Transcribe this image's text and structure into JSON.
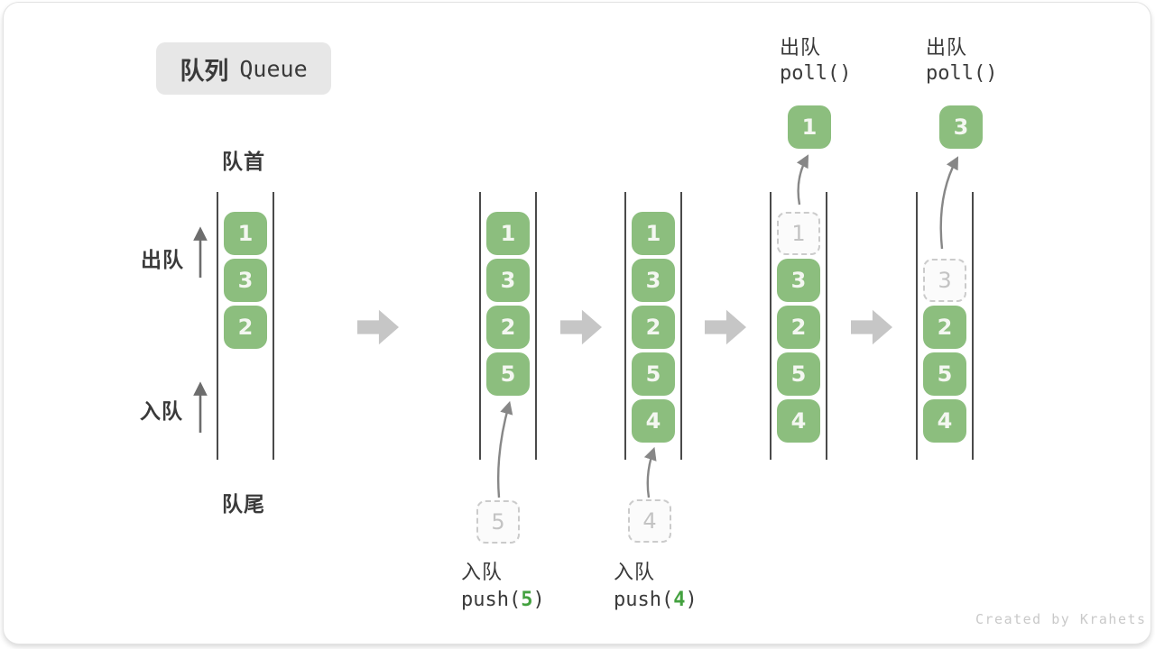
{
  "title": {
    "zh": "队列",
    "en": "Queue"
  },
  "labels": {
    "front": "队首",
    "rear": "队尾",
    "dequeue": "出队",
    "enqueue": "入队"
  },
  "watermark": "Created by Krahets",
  "colors": {
    "box_green": "#8CBE7E",
    "box_text": "#F4F7F1",
    "code_green": "#43A13F",
    "text_dark": "#3A3A3A",
    "channel_line": "#4A4A4A",
    "block_arrow": "#C6C6C6",
    "curve_arrow": "#878787",
    "side_arrow": "#6D6D6D",
    "ghost_border": "#CBCBCB",
    "ghost_fill": "#FBFBFB",
    "ghost_text": "#C3C3C3",
    "badge_bg": "#E7E7E7",
    "watermark_color": "#C9C9C9"
  },
  "icons": {
    "transition_arrow": "thick-right-block-arrow",
    "enqueue_flow_arrow": "curved-up-arrow",
    "dequeue_flow_arrow": "curved-up-arrow",
    "direction_arrow": "straight-up-arrow"
  },
  "queues": [
    {
      "slots": [
        "1",
        "3",
        "2"
      ]
    },
    {
      "slots": [
        "1",
        "3",
        "2",
        "5"
      ],
      "staging": "5",
      "op": {
        "label": "入队",
        "code_pre": "push(",
        "code_arg": "5",
        "code_post": ")"
      }
    },
    {
      "slots": [
        "1",
        "3",
        "2",
        "5",
        "4"
      ],
      "staging": "4",
      "op": {
        "label": "入队",
        "code_pre": "push(",
        "code_arg": "4",
        "code_post": ")"
      }
    },
    {
      "slots": [
        {
          "v": "1",
          "ghost": true
        },
        "3",
        "2",
        "5",
        "4"
      ],
      "popped": "1",
      "op_top": {
        "label": "出队",
        "code": "poll()"
      }
    },
    {
      "slots": [
        null,
        {
          "v": "3",
          "ghost": true
        },
        "2",
        "5",
        "4"
      ],
      "popped": "3",
      "op_top": {
        "label": "出队",
        "code": "poll()"
      }
    }
  ]
}
